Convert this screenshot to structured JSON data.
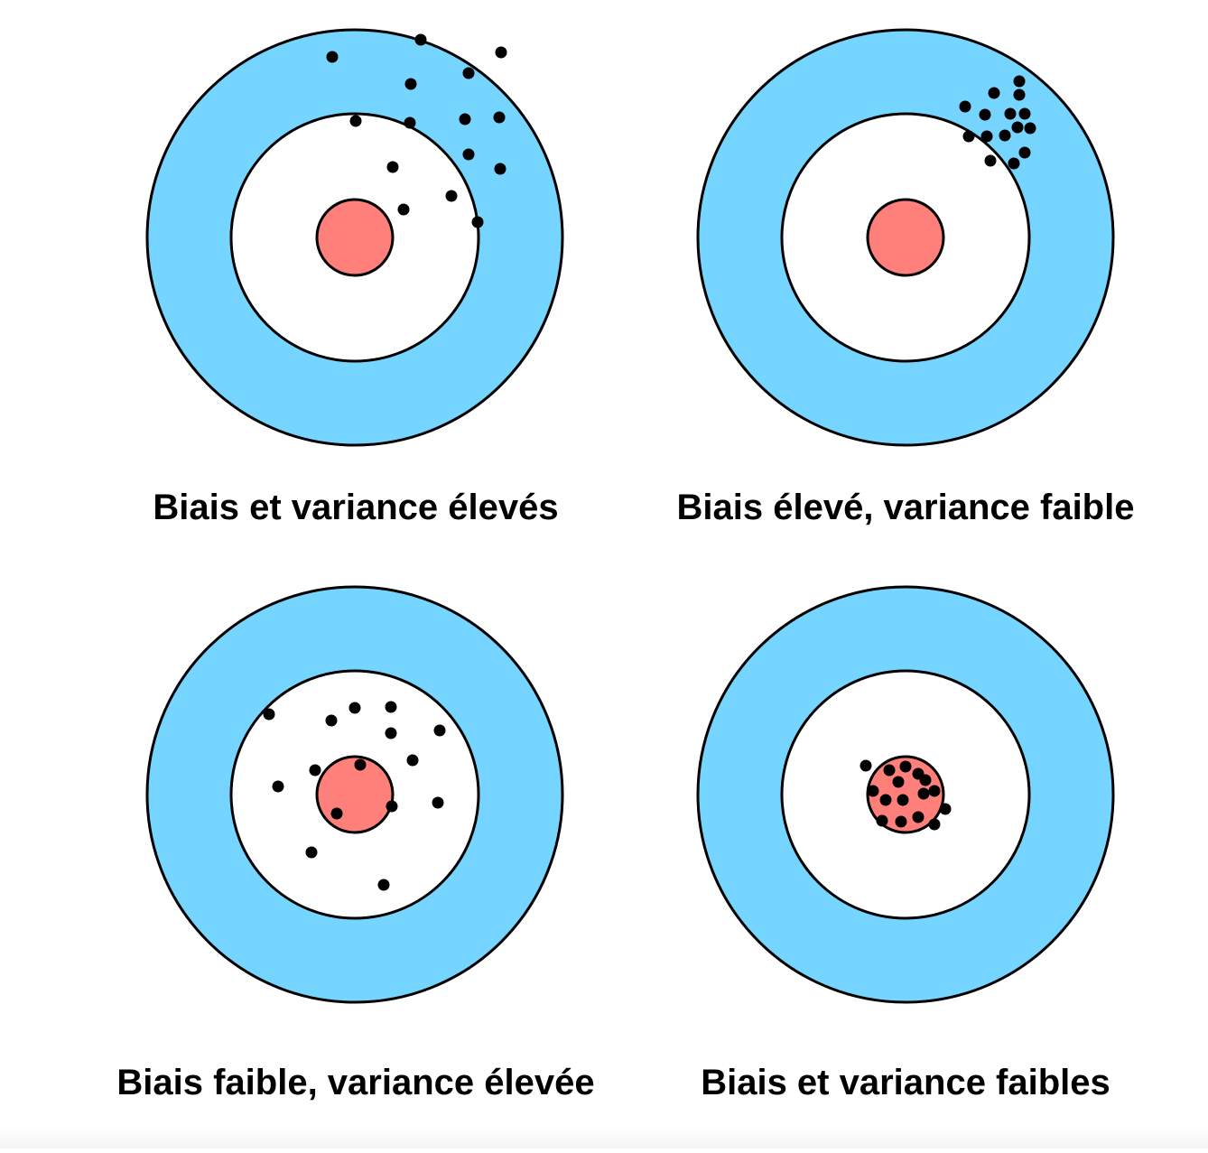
{
  "colors": {
    "outer_ring": "#75d5fe",
    "inner_ring": "#ffffff",
    "bullseye": "#ff7f7b",
    "stroke": "#000000",
    "shot": "#000000"
  },
  "panels": [
    {
      "caption": "Biais et variance élevés",
      "shots": [
        [
          -25,
          -200
        ],
        [
          73,
          -219
        ],
        [
          162,
          -205
        ],
        [
          62,
          -170
        ],
        [
          126,
          -182
        ],
        [
          61,
          -127
        ],
        [
          122,
          -131
        ],
        [
          160,
          -133
        ],
        [
          1,
          -129
        ],
        [
          126,
          -92
        ],
        [
          161,
          -76
        ],
        [
          42,
          -78
        ],
        [
          107,
          -46
        ],
        [
          54,
          -31
        ],
        [
          136,
          -17
        ]
      ]
    },
    {
      "caption": "Biais élevé, variance faible",
      "shots": [
        [
          126,
          -173
        ],
        [
          98,
          -160
        ],
        [
          126,
          -158
        ],
        [
          66,
          -145
        ],
        [
          88,
          -136
        ],
        [
          116,
          -137
        ],
        [
          132,
          -137
        ],
        [
          70,
          -112
        ],
        [
          90,
          -112
        ],
        [
          110,
          -113
        ],
        [
          124,
          -122
        ],
        [
          138,
          -121
        ],
        [
          94,
          -85
        ],
        [
          120,
          -82
        ],
        [
          132,
          -94
        ]
      ]
    },
    {
      "caption": "Biais faible, variance élevée",
      "shots": [
        [
          -95,
          -89
        ],
        [
          -26,
          -82
        ],
        [
          0,
          -96
        ],
        [
          40,
          -97
        ],
        [
          40,
          -68
        ],
        [
          94,
          -71
        ],
        [
          -44,
          -27
        ],
        [
          6,
          -33
        ],
        [
          64,
          -38
        ],
        [
          -85,
          -9
        ],
        [
          41,
          13
        ],
        [
          92,
          9
        ],
        [
          -20,
          21
        ],
        [
          -48,
          64
        ],
        [
          32,
          100
        ]
      ]
    },
    {
      "caption": "Biais et variance faibles",
      "shots": [
        [
          -44,
          -32
        ],
        [
          -18,
          -27
        ],
        [
          0,
          -31
        ],
        [
          14,
          -23
        ],
        [
          -8,
          -14
        ],
        [
          22,
          -16
        ],
        [
          -36,
          -4
        ],
        [
          -22,
          6
        ],
        [
          -3,
          6
        ],
        [
          20,
          -1
        ],
        [
          32,
          -4
        ],
        [
          44,
          16
        ],
        [
          -26,
          29
        ],
        [
          -5,
          30
        ],
        [
          14,
          25
        ],
        [
          32,
          33
        ]
      ]
    }
  ]
}
